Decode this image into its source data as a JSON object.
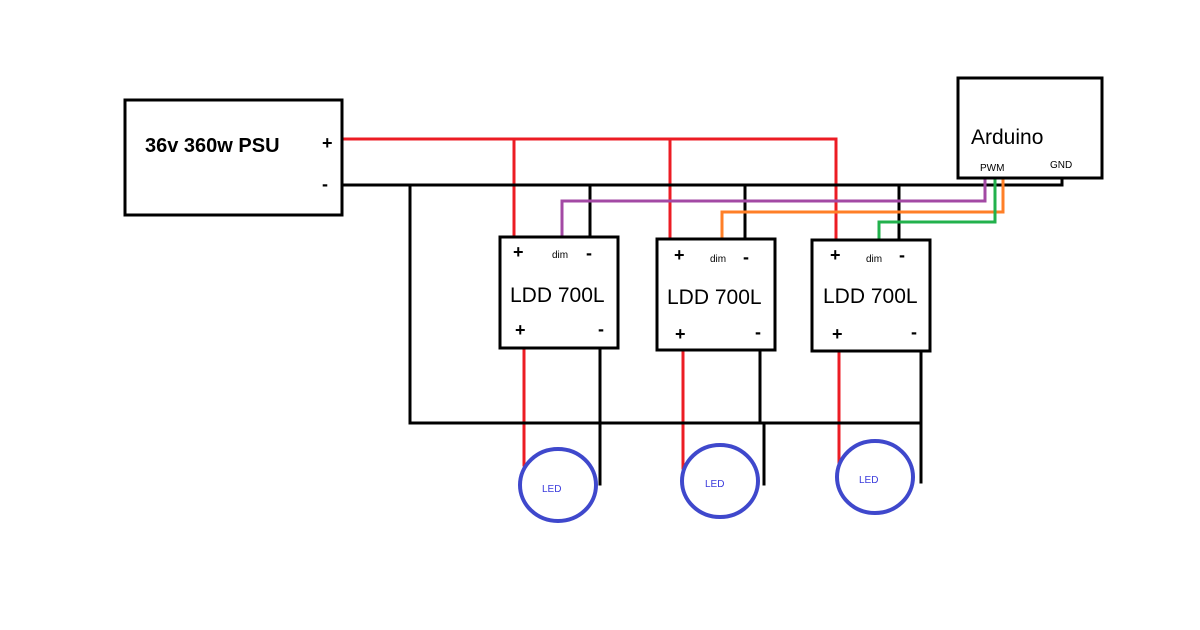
{
  "psu": {
    "label": "36v 360w PSU",
    "plus": "+",
    "minus": "-"
  },
  "arduino": {
    "label": "Arduino",
    "pwm": "PWM",
    "gnd": "GND"
  },
  "drivers": [
    {
      "label": "LDD 700L",
      "in_plus": "+",
      "dim": "dim",
      "in_minus": "-",
      "out_plus": "+",
      "out_minus": "-"
    },
    {
      "label": "LDD 700L",
      "in_plus": "+",
      "dim": "dim",
      "in_minus": "-",
      "out_plus": "+",
      "out_minus": "-"
    },
    {
      "label": "LDD 700L",
      "in_plus": "+",
      "dim": "dim",
      "in_minus": "-",
      "out_plus": "+",
      "out_minus": "-"
    }
  ],
  "leds": [
    {
      "label": "LED"
    },
    {
      "label": "LED"
    },
    {
      "label": "LED"
    }
  ],
  "colors": {
    "positive_wire": "#ec1c24",
    "negative_wire": "#000000",
    "pwm_wire_1": "#a349a4",
    "pwm_wire_2": "#ff7f27",
    "pwm_wire_3": "#22b14c",
    "led_outline": "#3f48cc"
  }
}
